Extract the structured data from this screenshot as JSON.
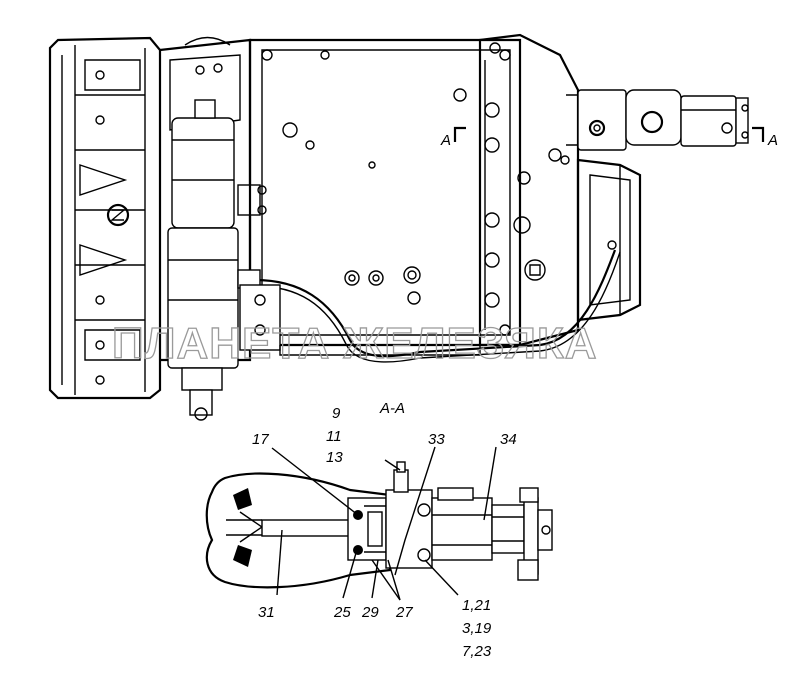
{
  "section_marks": {
    "left": "A",
    "right": "A"
  },
  "section_title": "А-А",
  "callouts": {
    "c9": "9",
    "c11": "11",
    "c13": "13",
    "c17": "17",
    "c33": "33",
    "c34": "34",
    "c31": "31",
    "c25": "25",
    "c29": "29",
    "c27": "27",
    "c1_21": "1,21",
    "c3_19": "3,19",
    "c7_23": "7,23"
  },
  "watermark": {
    "text": "ПЛАНЕТА ЖЕЛЕЗЯКА",
    "color": "#9a9a9a"
  },
  "colors": {
    "ink": "#000000",
    "paper": "#ffffff"
  }
}
